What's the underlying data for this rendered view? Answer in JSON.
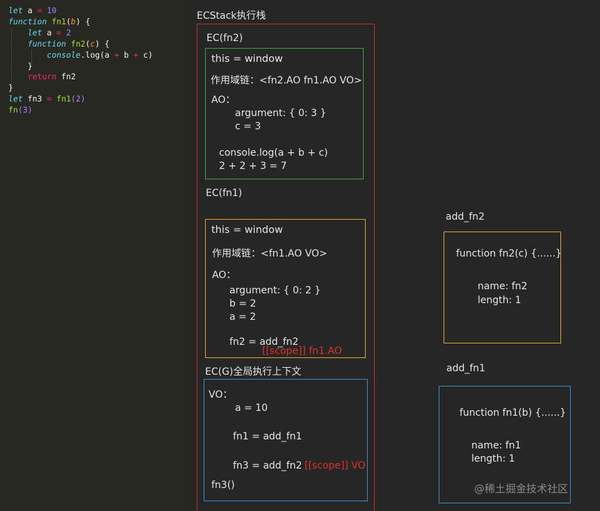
{
  "code": {
    "line1": {
      "kw": "let",
      "rest": " a ",
      "op": "=",
      "num": " 10"
    },
    "line2": {
      "kw": "function",
      "name": " fn1",
      "p": "b",
      "tail": " {"
    },
    "line3": {
      "kw": "let",
      "rest": " a ",
      "op": "=",
      "num": " 2"
    },
    "line4": {
      "kw": "function",
      "name": " fn2",
      "p": "c",
      "tail": " {"
    },
    "line5": {
      "obj": "console",
      "method": ".log",
      "args": "(a ",
      "op1": "+",
      "b": " b ",
      "op2": "+",
      "c": " c)"
    },
    "line6": "}",
    "line7": {
      "kw": "return",
      "rest": " fn2"
    },
    "line8": "}",
    "line9": {
      "kw": "let",
      "rest": " fn3 ",
      "op": "=",
      "call": " fn1",
      "arg": "(2)"
    },
    "line10": {
      "call": "fn",
      "arg": "(3)"
    }
  },
  "stack": {
    "title": "ECStack执行栈",
    "fn2": {
      "title": "EC(fn2)",
      "this": "this = window",
      "scope": "作用域链：<fn2.AO fn1.AO VO>",
      "ao": "AO：",
      "argument": "argument: { 0: 3 }",
      "c": "c = 3",
      "log": "console.log(a + b + c)",
      "calc": "2 + 2 + 3 = 7"
    },
    "fn1": {
      "title": "EC(fn1)",
      "this": "this = window",
      "scope": "作用域链：<fn1.AO VO>",
      "ao": "AO：",
      "argument": "argument: { 0: 2 }",
      "b": "b = 2",
      "a": "a = 2",
      "fn2": "fn2 = add_fn2",
      "scope_note": "[[scope]] fn1.AO"
    },
    "global": {
      "title": "EC(G)全局执行上下文",
      "vo": "VO：",
      "a": "a = 10",
      "fn1": "fn1 = add_fn1",
      "fn3": "fn3 = add_fn2",
      "scope_note": "[[scope]] VO",
      "call": "fn3()"
    }
  },
  "heap": {
    "add_fn2": {
      "label": "add_fn2",
      "sig": "function fn2(c) {......}",
      "name": "name: fn2",
      "length": "length: 1"
    },
    "add_fn1": {
      "label": "add_fn1",
      "sig": "function fn1(b) {......}",
      "name": "name: fn1",
      "length": "length: 1"
    }
  },
  "watermark": "@稀土掘金技术社区",
  "colors": {
    "stack_border": "#c0302b",
    "fn2_border": "#3fa63f",
    "fn1_border": "#d9a72a",
    "global_border": "#3d8fc7",
    "heap_fn2_border": "#d9a72a",
    "heap_fn1_border": "#3d8fc7",
    "note": "#e0312c"
  }
}
